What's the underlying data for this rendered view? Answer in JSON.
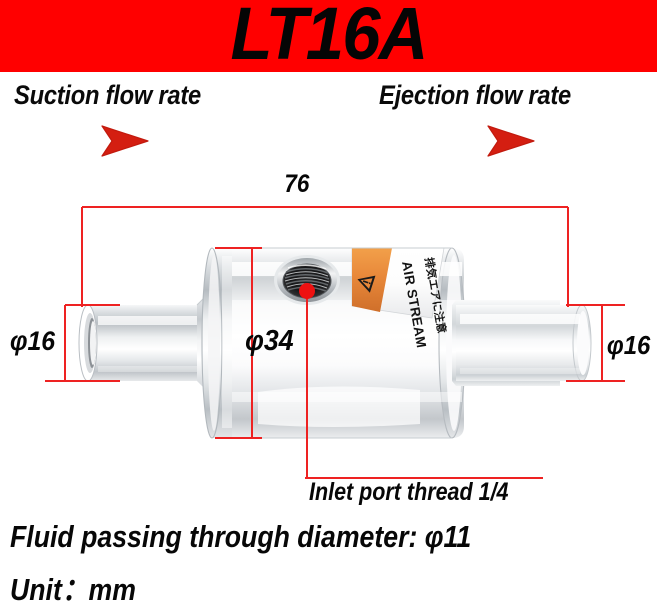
{
  "banner": {
    "model_title": "LT16A",
    "background_color": "#FF0000",
    "text_color": "#050505"
  },
  "flow": {
    "suction_label": "Suction flow rate",
    "ejection_label": "Ejection flow rate",
    "arrow_color": "#D41E11",
    "suction_arrow_name": "suction-flow-arrow",
    "ejection_arrow_name": "ejection-flow-arrow"
  },
  "dimensions": {
    "overall_length": "76",
    "left_port_diameter": "φ16",
    "body_diameter": "φ34",
    "right_port_diameter": "φ16",
    "line_color": "#EE2222"
  },
  "callouts": {
    "inlet_port": "Inlet port thread 1/4",
    "fluid_diameter": "Fluid passing through diameter: φ11",
    "unit": "Unit：mm"
  },
  "product": {
    "body_label": {
      "warning_text": "AIR STREAM",
      "japanese_text": "排気エアに注意",
      "band_color": "#E8883A",
      "warning_icon": "warning-triangle-icon"
    },
    "finish": "polished aluminium",
    "inlet_port_marker_color": "#EE1111"
  }
}
